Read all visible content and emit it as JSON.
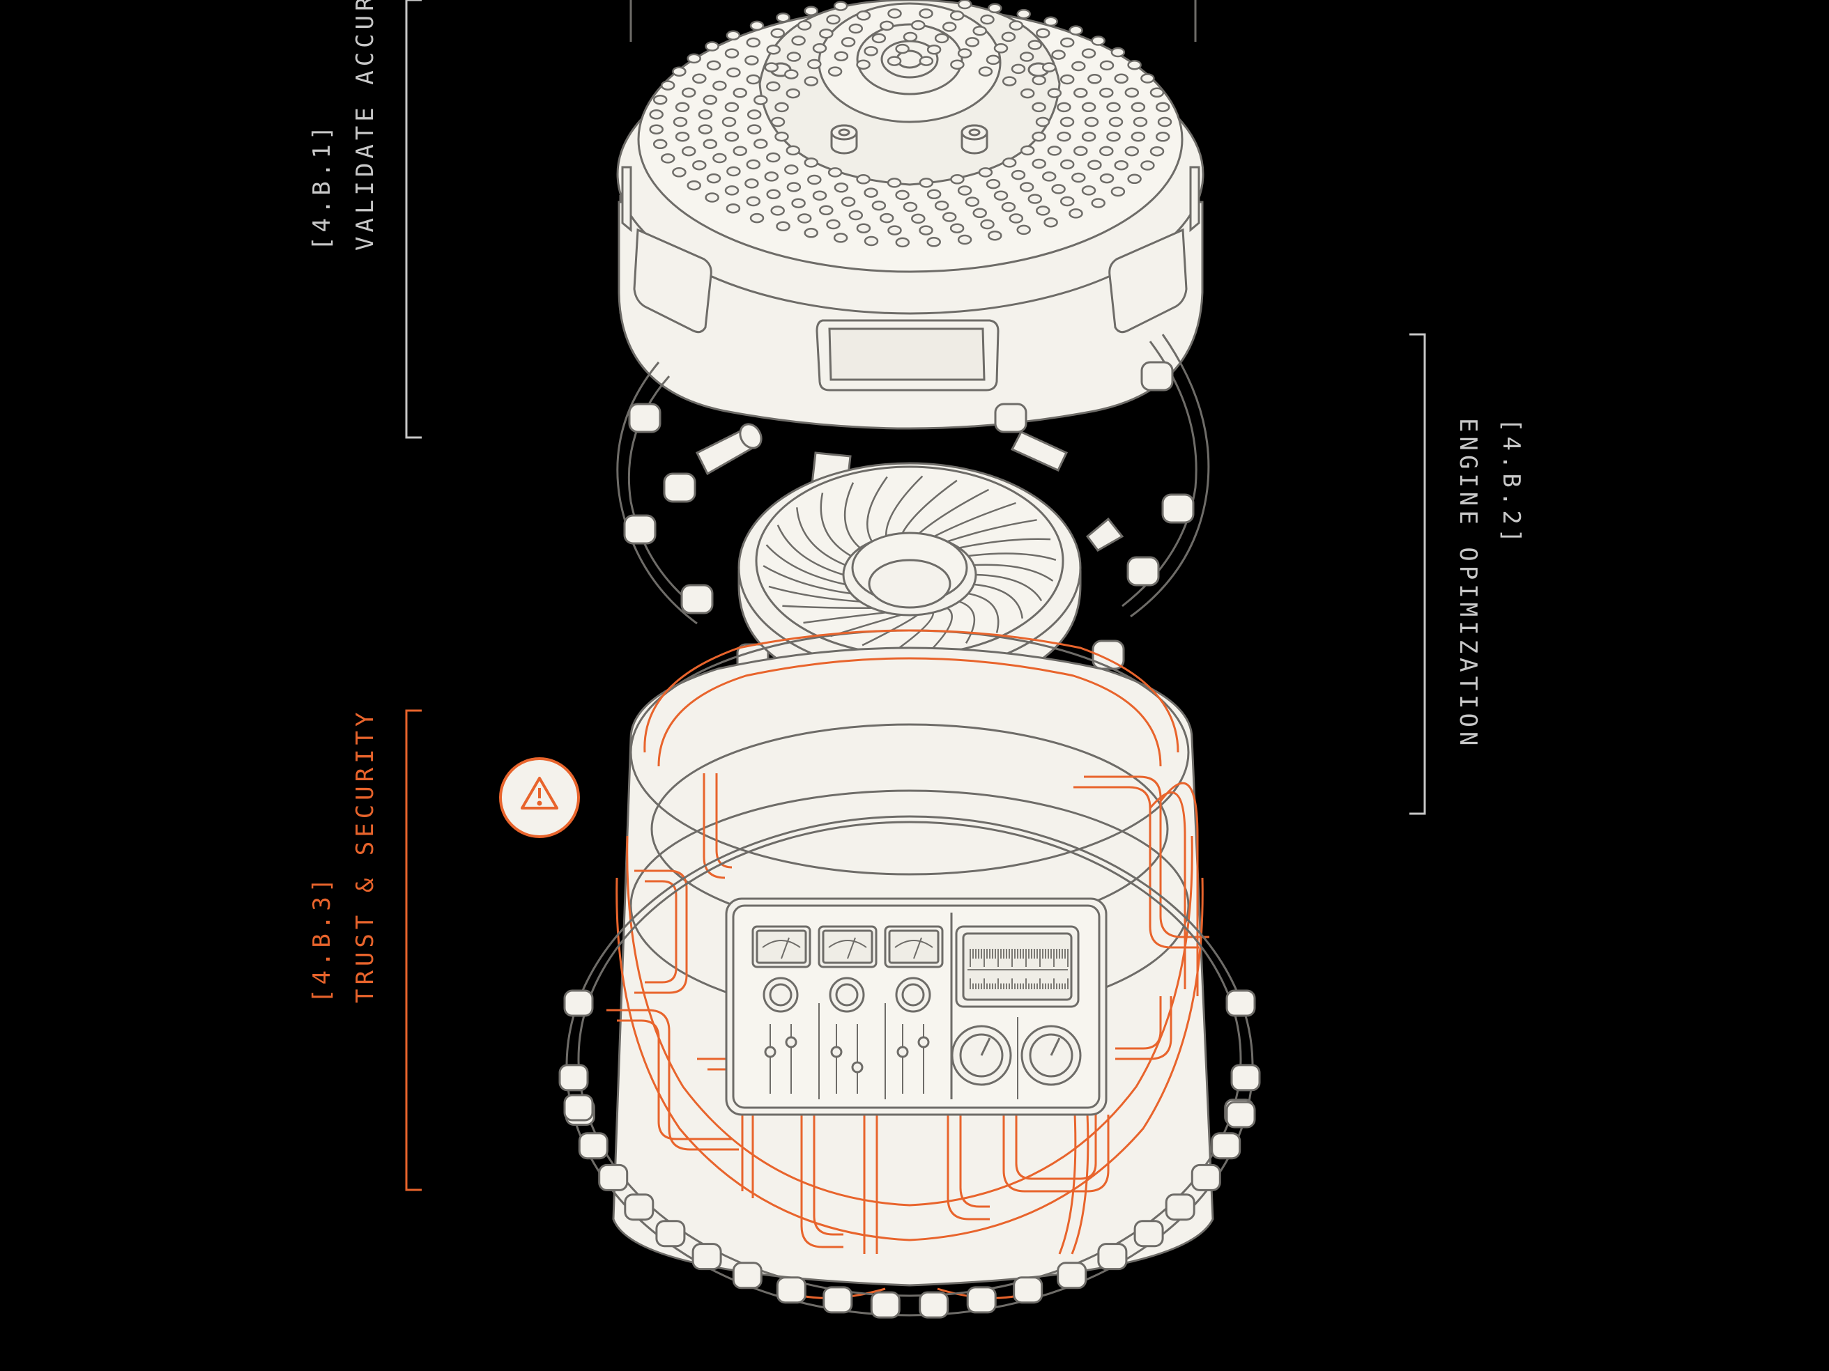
{
  "colors": {
    "background": "#000000",
    "fill": "#f4f2ec",
    "line": "#6e6c68",
    "accent": "#e8642c",
    "label_gray": "#c8c8c8"
  },
  "labels": {
    "validate": {
      "code": "[4.B.1]",
      "title": "VALIDATE ACCURACY"
    },
    "engine": {
      "code": "[4.B.2]",
      "title": "ENGINE OPIMIZATION"
    },
    "trust": {
      "code": "[4.B.3]",
      "title": "TRUST & SECURITY"
    }
  },
  "icons": {
    "warning": "warning-triangle-icon"
  }
}
